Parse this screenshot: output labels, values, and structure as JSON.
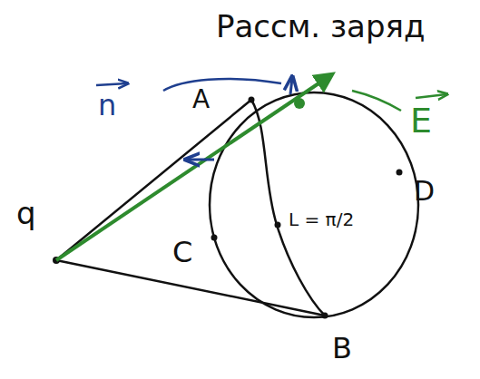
{
  "diagram": {
    "labels": [
      "Рассм. заряд",
      "n",
      "A",
      "E",
      "q",
      "C",
      "L = π/2",
      "D",
      "B"
    ]
  }
}
